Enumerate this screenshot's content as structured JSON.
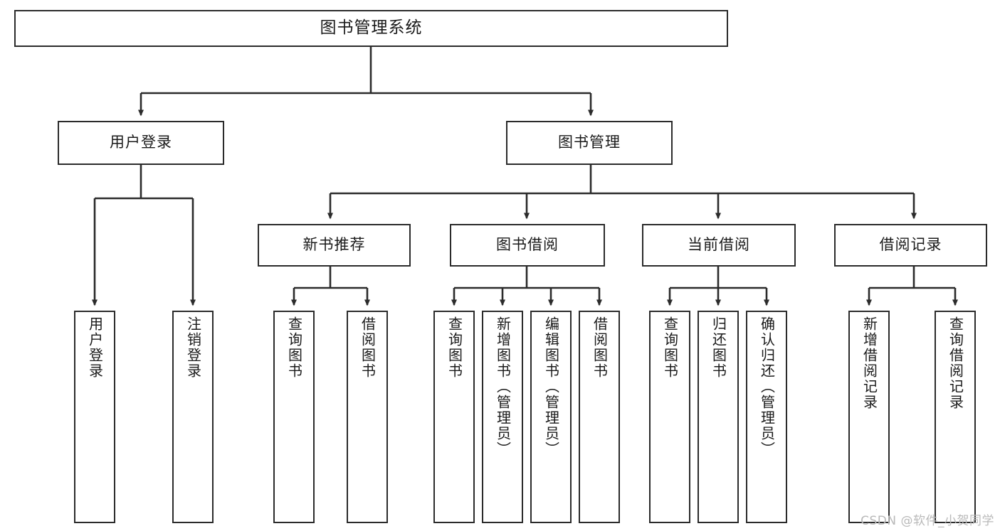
{
  "diagram": {
    "title": "图书管理系统",
    "type": "tree-hierarchy-chart",
    "watermark": "CSDN @软件_小贺同学",
    "colors": {
      "background": "#ffffff",
      "box_border": "#2b2b2b",
      "box_fill": "#ffffff",
      "text": "#1a1a1a",
      "connector": "#2b2b2b",
      "watermark": "#b9b9b9"
    },
    "nodes": {
      "root": {
        "label": "图书管理系统"
      },
      "level1": [
        {
          "label": "用户登录"
        },
        {
          "label": "图书管理"
        }
      ],
      "level2": [
        {
          "label": "新书推荐"
        },
        {
          "label": "图书借阅"
        },
        {
          "label": "当前借阅"
        },
        {
          "label": "借阅记录"
        }
      ],
      "leaves": {
        "user_login": [
          {
            "label": "用户登录"
          },
          {
            "label": "注销登录"
          }
        ],
        "new_book": [
          {
            "label": "查询图书"
          },
          {
            "label": "借阅图书"
          }
        ],
        "book_borrow": [
          {
            "label": "查询图书"
          },
          {
            "label": "新增图书（管理员）"
          },
          {
            "label": "编辑图书（管理员）"
          },
          {
            "label": "借阅图书"
          }
        ],
        "current_borrow": [
          {
            "label": "查询图书"
          },
          {
            "label": "归还图书"
          },
          {
            "label": "确认归还（管理员）"
          }
        ],
        "borrow_record": [
          {
            "label": "新增借阅记录"
          },
          {
            "label": "查询借阅记录"
          }
        ]
      }
    }
  }
}
